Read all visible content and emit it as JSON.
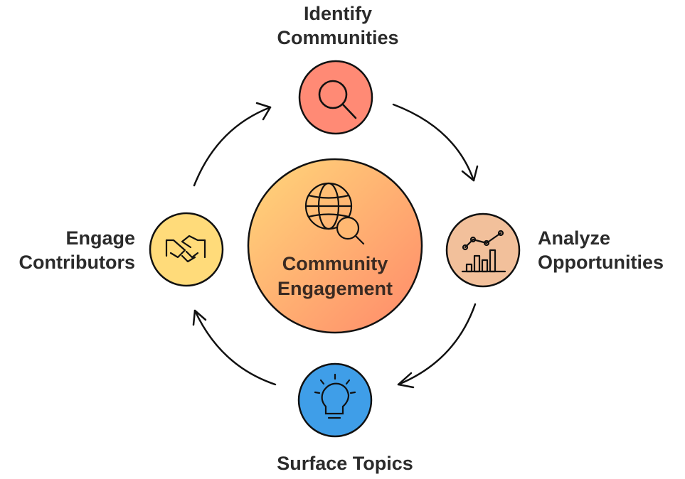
{
  "center": {
    "line1": "Community",
    "line2": "Engagement",
    "icon": "globe-search-icon"
  },
  "nodes": {
    "identify": {
      "line1": "Identify",
      "line2": "Communities",
      "color": "#FF8A75",
      "icon": "magnifier-icon"
    },
    "analyze": {
      "line1": "Analyze",
      "line2": "Opportunities",
      "color": "#F2C09B",
      "icon": "chart-icon"
    },
    "surface": {
      "line1": "Surface Topics",
      "color": "#3F9EE8",
      "icon": "lightbulb-icon"
    },
    "engage": {
      "line1": "Engage",
      "line2": "Contributors",
      "color": "#FFDB7A",
      "icon": "handshake-icon"
    }
  },
  "colors": {
    "stroke": "#111111",
    "center_gradient_start": "#FFD77A",
    "center_gradient_end": "#FF8A6A"
  }
}
